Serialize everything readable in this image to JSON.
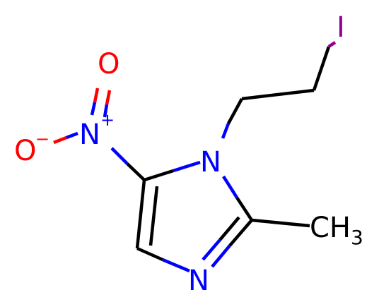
{
  "molecule": {
    "colors": {
      "carbon_bond": "#000000",
      "nitrogen": "#0000ff",
      "oxygen": "#ff0000",
      "iodine": "#940094",
      "background": "#ffffff"
    },
    "atoms": {
      "iodine": {
        "symbol": "I"
      },
      "ring_n1": {
        "symbol": "N"
      },
      "ring_n3": {
        "symbol": "N"
      },
      "nitro_n": {
        "symbol": "N",
        "charge": "+"
      },
      "nitro_o_double": {
        "symbol": "O"
      },
      "nitro_o_single": {
        "symbol": "O",
        "charge": "−"
      },
      "methyl": {
        "symbol": "CH",
        "subscript": "3"
      }
    }
  }
}
